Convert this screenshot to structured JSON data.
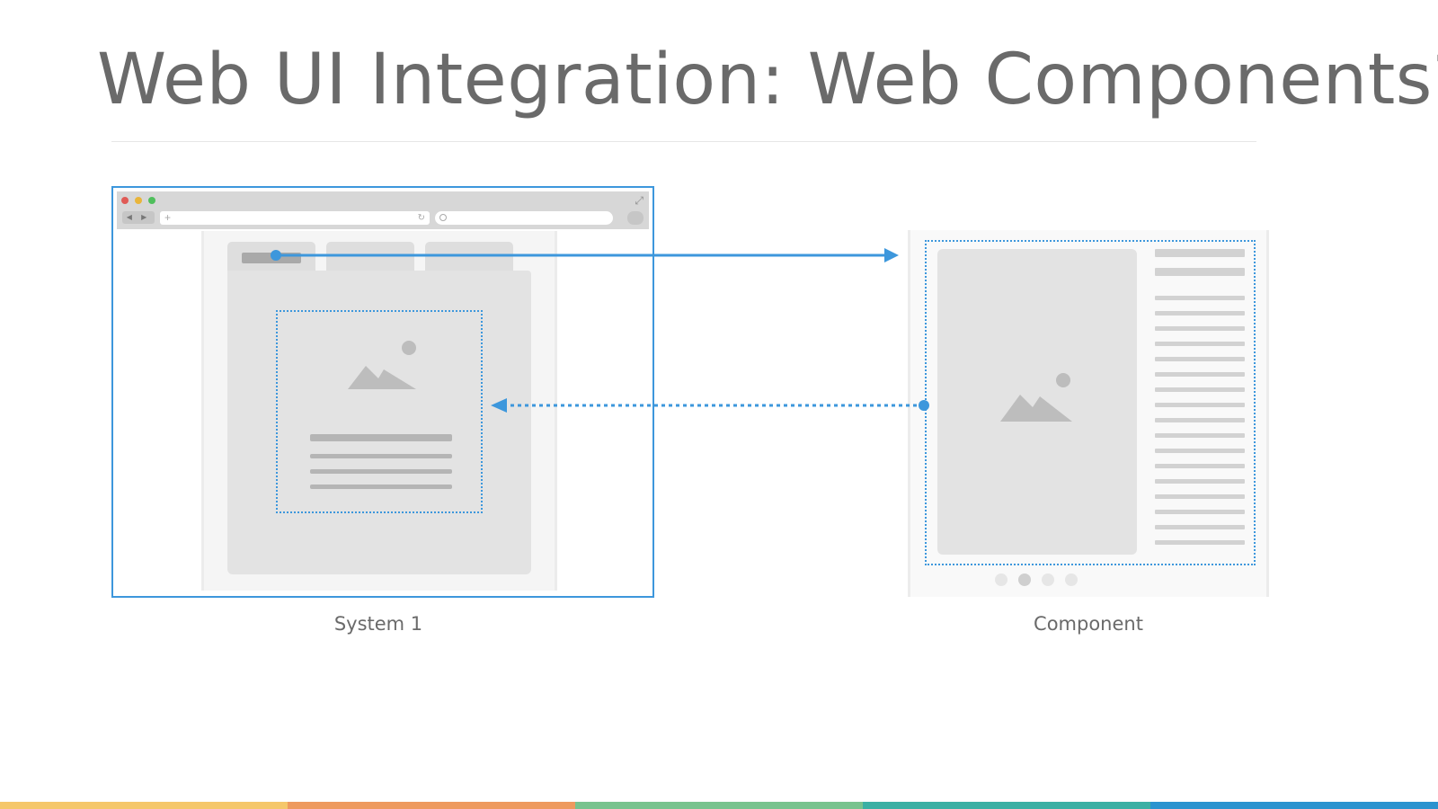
{
  "slide": {
    "title": "Web UI Integration: Web Components?"
  },
  "browser_mockup": {
    "window_controls": [
      "close",
      "minimize",
      "maximize"
    ],
    "nav_buttons": "◀ ▶",
    "url_plus": "+",
    "reload_glyph": "↻",
    "tab_count": 3,
    "icons": [
      "expand-icon",
      "search-icon",
      "reload-icon",
      "image-placeholder-icon"
    ]
  },
  "component_mockup": {
    "pager_dot_count": 4,
    "active_pager_dot": 2,
    "text_line_count": 17
  },
  "captions": {
    "system": "System 1",
    "component": "Component"
  },
  "colors": {
    "accent": "#3d97dc",
    "title": "#6a6a6a",
    "bottom_bar": [
      "#f5c76a",
      "#ee9a5e",
      "#78c38e",
      "#3bb0a4",
      "#2a93cf"
    ]
  }
}
